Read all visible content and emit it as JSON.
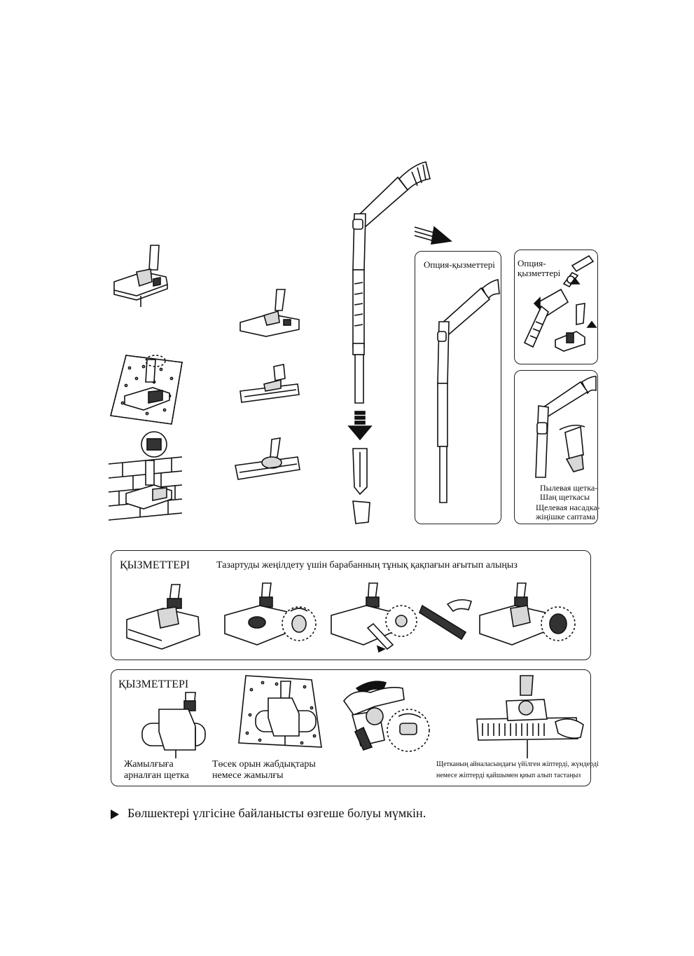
{
  "top_illustration": {
    "option_panel_1_label": "Опция-қызметтері",
    "option_panel_2_label_line1": "Опция-",
    "option_panel_2_label_line2": "қызметтері",
    "dust_brush_label_ru": "Пылевая щетка-",
    "dust_brush_label_kk": "Шаң щеткасы",
    "crevice_label_ru": "Щелевая насадка-",
    "crevice_label_kk": "жіңішке саптама"
  },
  "turbo_panel": {
    "title": "ҚЫЗМЕТТЕРІ",
    "instruction": "Тазартуды жеңілдету үшін барабанның тұнық қақпағын ағытып алыңыз"
  },
  "mattress_panel": {
    "title": "ҚЫЗМЕТТЕРІ",
    "label_brush_line1": "Жамылғыға",
    "label_brush_line2": "арналған щетка",
    "label_bedding_line1": "Төсек орын жабдықтары",
    "label_bedding_line2": "немесе жамылғы",
    "label_cut_line1": "Щетканың айналасындағы үйілген жіптерді, жүндерді",
    "label_cut_line2": "немесе жіптерді қайшымен қиып алып тастаңыз"
  },
  "footer_note": "Бөлшектері үлгісіне байланысты өзгеше болуы мүмкін."
}
